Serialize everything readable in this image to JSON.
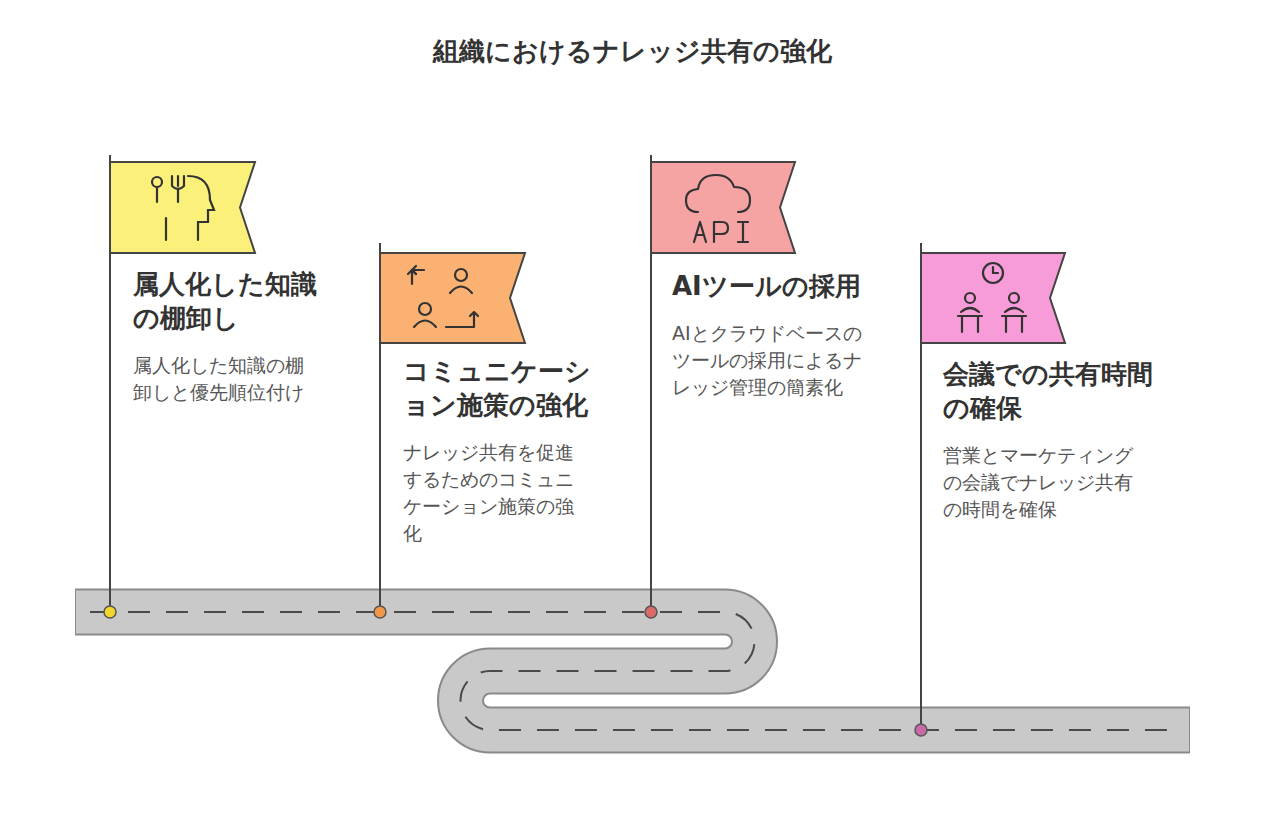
{
  "diagram": {
    "title": "組織におけるナレッジ共有の強化",
    "nodes": [
      {
        "text": [
          "属人化した知識の棚卸し",
          "属人化した知識の棚卸しと優先順位付け"
        ]
      },
      {
        "text": [
          "コミュニケーション施策の強化",
          "ナレッジ共有を促進するためのコミュニケーション施策の強化"
        ]
      },
      {
        "text": [
          "AIツールの採用",
          "AIとクラウドベースのツールの採用によるナレッジ管理の簡素化"
        ]
      },
      {
        "text": [
          "会議での共有時間の確保",
          "営業とマーケティングの会議でナレッジ共有の時間を確保"
        ]
      }
    ]
  }
}
